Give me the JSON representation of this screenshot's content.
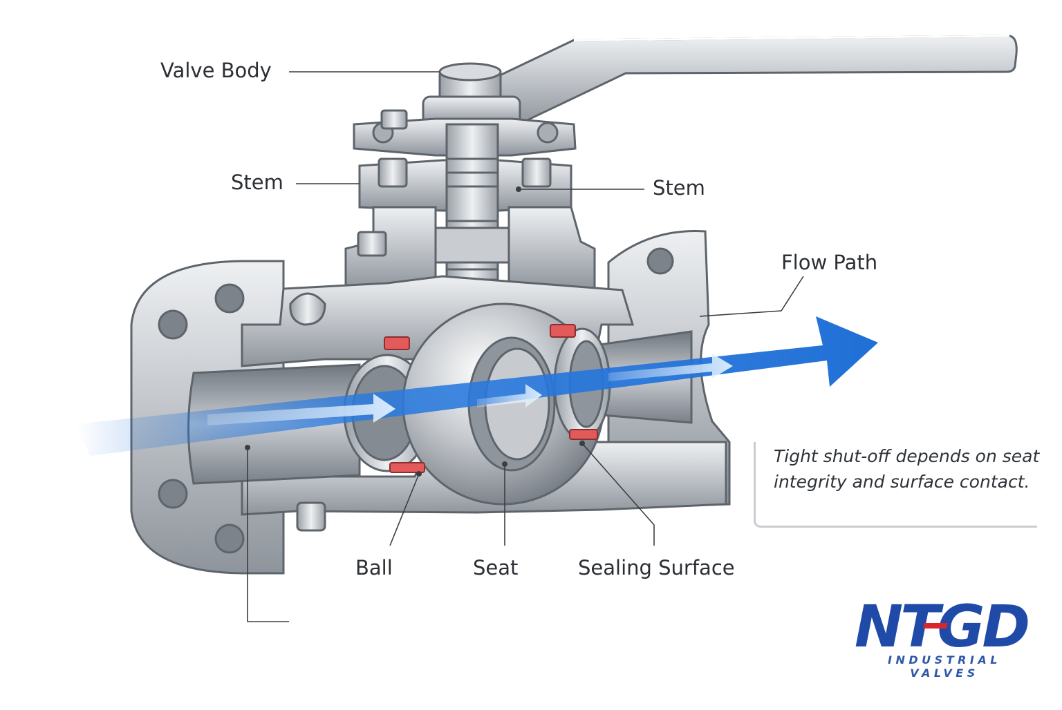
{
  "labels": {
    "valve_body": "Valve Body",
    "stem_left": "Stem",
    "stem_right": "Stem",
    "flow_path": "Flow Path",
    "ball": "Ball",
    "seat": "Seat",
    "sealing_surface": "Sealing Surface"
  },
  "note": {
    "text": "Tight shut-off depends on seat integrity and surface contact."
  },
  "logo": {
    "mark": "NTGD",
    "tagline": "INDUSTRIAL VALVES"
  },
  "colors": {
    "flow_blue": "#1f6fd6",
    "seal_red": "#e35a5a",
    "steel": "#b9bdc3",
    "brand_blue": "#1f4aa8",
    "brand_red": "#d8262e"
  },
  "icons": {
    "flow_arrow": "arrow-right-icon",
    "handle": "lever-handle-icon"
  }
}
